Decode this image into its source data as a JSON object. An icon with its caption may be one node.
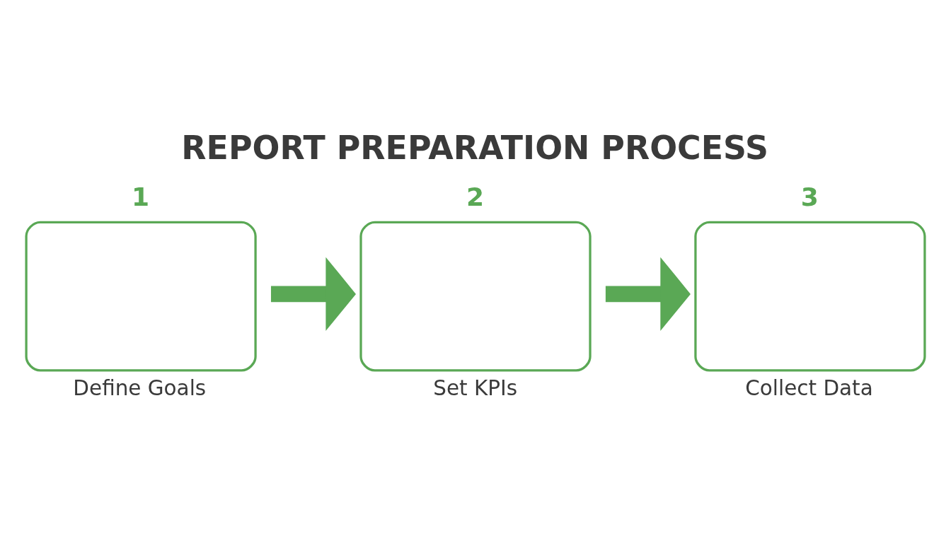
{
  "diagram": {
    "title": "REPORT PREPARATION PROCESS",
    "nodes": [
      {
        "text": [
          "1",
          "Define Goals"
        ]
      },
      {
        "text": [
          "2",
          "Set KPIs"
        ]
      },
      {
        "text": [
          "3",
          "Collect Data"
        ]
      }
    ],
    "edges": [
      {
        "from": 0,
        "to": 1,
        "arrow": "to"
      },
      {
        "from": 1,
        "to": 2,
        "arrow": "to"
      }
    ]
  }
}
